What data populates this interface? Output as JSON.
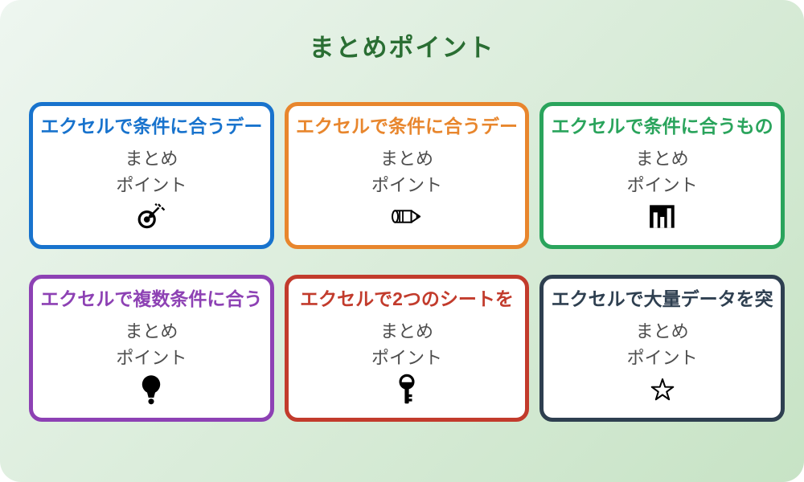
{
  "page": {
    "title": "まとめポイント",
    "title_color": "#2a6e33",
    "background_from": "#eef6f0",
    "background_to": "#c7e3c5"
  },
  "card_subtitle": {
    "line1": "まとめ",
    "line2": "ポイント"
  },
  "cards": [
    {
      "title": "エクセルで条件に合うデー",
      "color": "#1873cd",
      "icon": "target-icon"
    },
    {
      "title": "エクセルで条件に合うデー",
      "color": "#e8862d",
      "icon": "pencil-icon"
    },
    {
      "title": "エクセルで条件に合うもの",
      "color": "#2aa45c",
      "icon": "bar-chart-icon"
    },
    {
      "title": "エクセルで複数条件に合う",
      "color": "#8d41b4",
      "icon": "lightbulb-icon"
    },
    {
      "title": "エクセルで2つのシートを",
      "color": "#c23b2c",
      "icon": "key-icon"
    },
    {
      "title": "エクセルで大量データを突",
      "color": "#2e3f50",
      "icon": "star-icon"
    }
  ]
}
